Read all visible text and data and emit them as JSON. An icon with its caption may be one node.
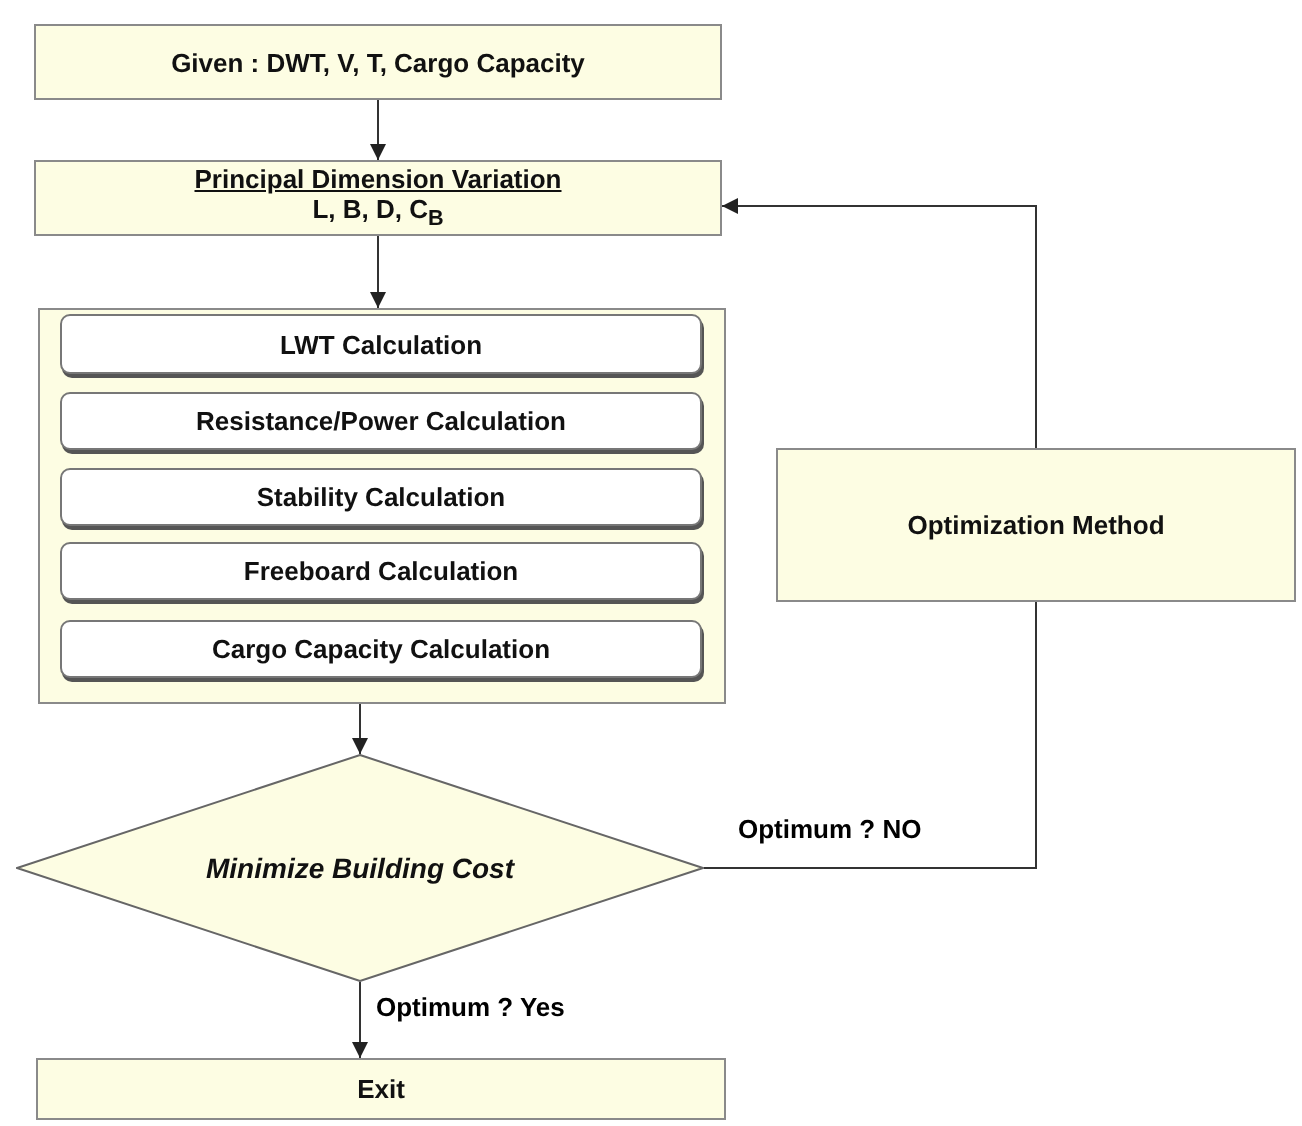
{
  "diagram": {
    "nodes": [
      {
        "text": [
          "Given : DWT, V, T, Cargo Capacity"
        ]
      },
      {
        "text": [
          "Principal Dimension Variation",
          "L, B, D, C$_{B}$"
        ]
      },
      {
        "text": [],
        "shape": "box"
      },
      {
        "text": [
          "LWT Calculation"
        ],
        "in": 2
      },
      {
        "text": [
          "Resistance/Power Calculation"
        ],
        "in": 2
      },
      {
        "text": [
          "Stability Calculation"
        ],
        "in": 2
      },
      {
        "text": [
          "Freeboard Calculation"
        ],
        "in": 2
      },
      {
        "text": [
          "Cargo Capacity Calculation"
        ],
        "in": 2
      },
      {
        "text": [
          "Optimization Method"
        ]
      },
      {
        "text": [
          "Minimize Building Cost"
        ]
      },
      {
        "text": [
          "Exit"
        ]
      }
    ],
    "edges": [
      {
        "from": 0,
        "to": 1,
        "arrow": "to"
      },
      {
        "from": 1,
        "to": 2,
        "arrow": "to"
      },
      {
        "from": 2,
        "to": 9,
        "arrow": "to"
      },
      {
        "from": 9,
        "to": 8,
        "arrow": "none",
        "label": "Optimum ? NO"
      },
      {
        "from": 8,
        "to": 1,
        "arrow": "to"
      },
      {
        "from": 9,
        "to": 10,
        "arrow": "to",
        "label": "Optimum ? Yes"
      }
    ]
  }
}
